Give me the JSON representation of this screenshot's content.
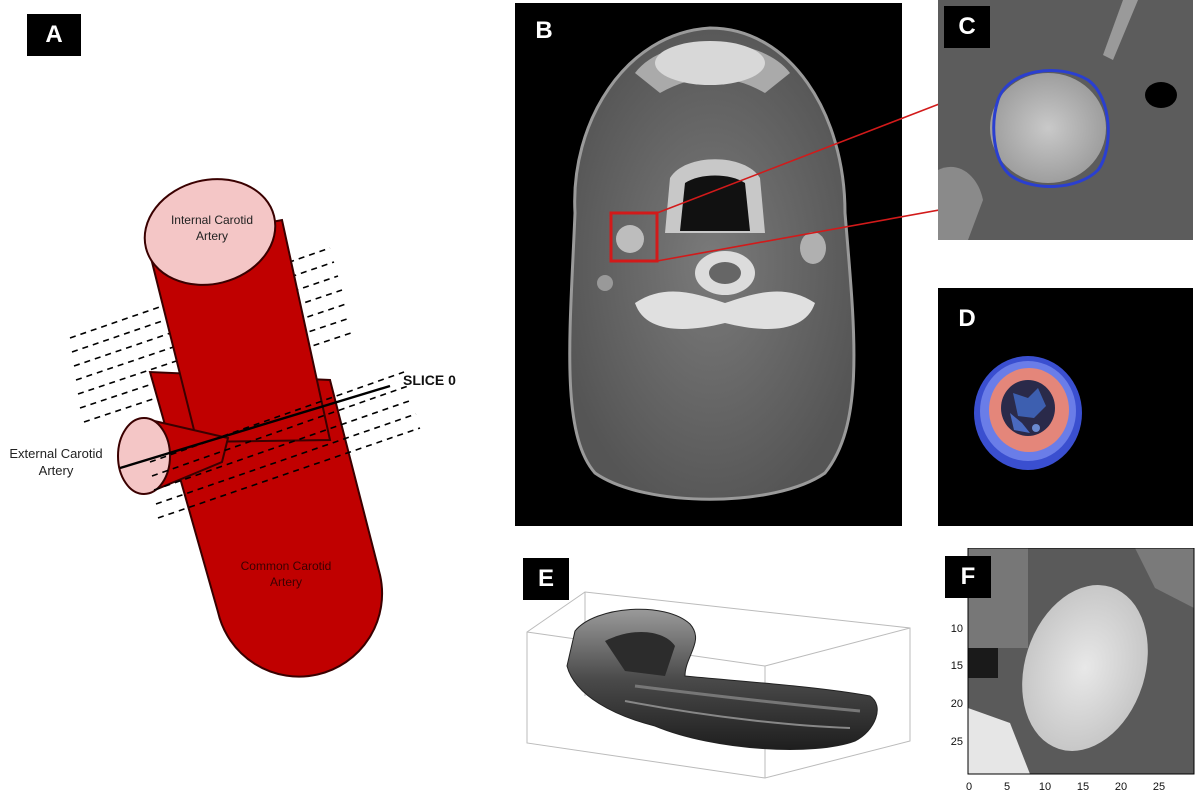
{
  "panels": {
    "a": "A",
    "b": "B",
    "c": "C",
    "d": "D",
    "e": "E",
    "f": "F"
  },
  "diagram": {
    "internal_label_1": "Internal Carotid",
    "internal_label_2": "Artery",
    "external_label_1": "External Carotid",
    "external_label_2": "Artery",
    "common_label_1": "Common Carotid",
    "common_label_2": "Artery",
    "slice_label": "SLICE 0"
  },
  "f_axis": {
    "y_ticks": [
      "10",
      "15",
      "20",
      "25"
    ],
    "x_ticks": [
      "0",
      "5",
      "10",
      "15",
      "20",
      "25"
    ]
  },
  "colors": {
    "artery_red": "#c00000",
    "cap_pink": "#f4c6c6",
    "highlight_red": "#d21a1a",
    "contour_blue": "#2a3fd0"
  }
}
